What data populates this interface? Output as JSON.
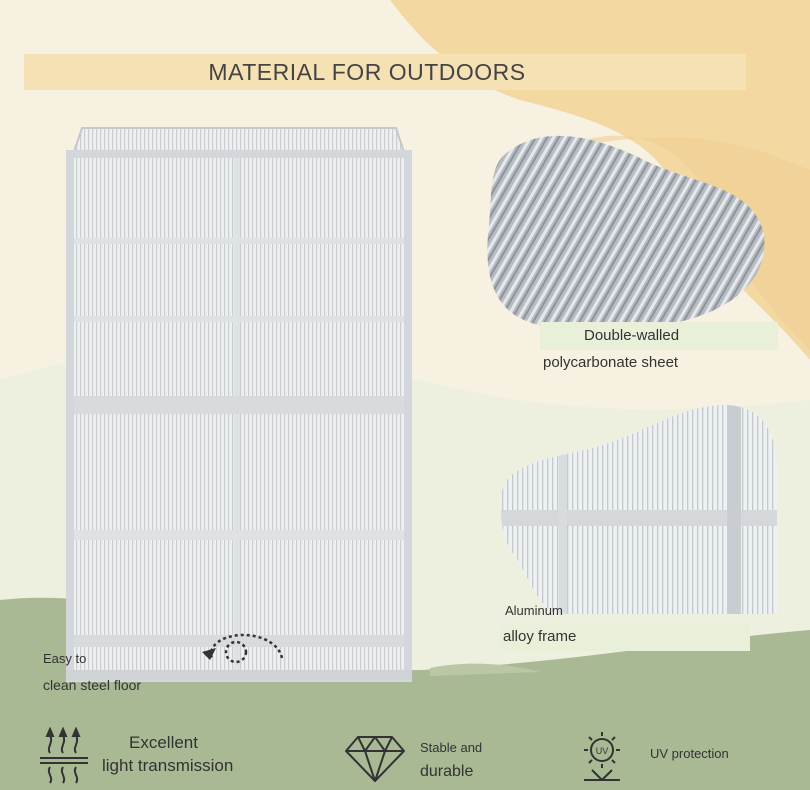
{
  "header": {
    "title": "MATERIAL FOR OUTDOORS"
  },
  "callouts": {
    "polycarbonate": {
      "line1": "Double-walled",
      "line2": "polycarbonate sheet"
    },
    "frame": {
      "line1": "Aluminum",
      "line2": "alloy frame"
    },
    "floor": {
      "line1": "Easy to",
      "line2": "clean steel floor"
    }
  },
  "features": [
    {
      "icon": "light-rays-icon",
      "line1": "Excellent",
      "line2": "light transmission"
    },
    {
      "icon": "diamond-icon",
      "line1": "Stable and",
      "line2": "durable"
    },
    {
      "icon": "uv-sun-icon",
      "line1": "UV protection",
      "badge": "UV"
    }
  ],
  "colors": {
    "background": "#f7f1e2",
    "title_band": "#f6e1b5",
    "accent_orange": "#f3d8a2",
    "green_wave": "#a8b994",
    "light_green": "#e9ecdb",
    "frame_gray": "#dcdfe3"
  }
}
